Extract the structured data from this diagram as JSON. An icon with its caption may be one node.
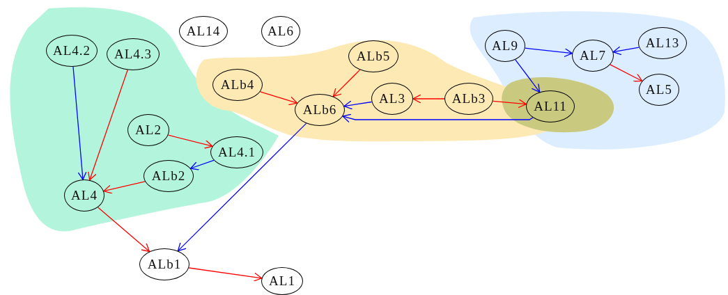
{
  "diagram": {
    "nodes": [
      {
        "text": [
          "AL14"
        ]
      },
      {
        "text": [
          "AL6"
        ]
      },
      {
        "text": [
          "AL4.2"
        ]
      },
      {
        "text": [
          "AL4.3"
        ]
      },
      {
        "text": [
          "ALb5"
        ]
      },
      {
        "text": [
          "AL9"
        ]
      },
      {
        "text": [
          "AL7"
        ]
      },
      {
        "text": [
          "AL13"
        ]
      },
      {
        "text": [
          "ALb4"
        ]
      },
      {
        "text": [
          "AL5"
        ]
      },
      {
        "text": [
          "AL3"
        ]
      },
      {
        "text": [
          "ALb3"
        ]
      },
      {
        "text": [
          "ALb6"
        ]
      },
      {
        "text": [
          "AL11"
        ]
      },
      {
        "text": [
          "AL2"
        ]
      },
      {
        "text": [
          "AL4.1"
        ]
      },
      {
        "text": [
          "ALb2"
        ]
      },
      {
        "text": [
          "AL4"
        ]
      },
      {
        "text": [
          "ALb1"
        ]
      },
      {
        "text": [
          "AL1"
        ]
      }
    ],
    "edges": [
      {
        "from": 2,
        "to": 17,
        "arrow": "to",
        "color": "#0000ff"
      },
      {
        "from": 3,
        "to": 17,
        "arrow": "to"
      },
      {
        "from": 14,
        "to": 15,
        "arrow": "to"
      },
      {
        "from": 15,
        "to": 16,
        "arrow": "to",
        "color": "#0000ff"
      },
      {
        "from": 16,
        "to": 17,
        "arrow": "to"
      },
      {
        "from": 17,
        "to": 18,
        "arrow": "to"
      },
      {
        "from": 12,
        "to": 18,
        "arrow": "to",
        "color": "#0000ff"
      },
      {
        "from": 18,
        "to": 19,
        "arrow": "to"
      },
      {
        "from": 8,
        "to": 12,
        "arrow": "to"
      },
      {
        "from": 4,
        "to": 12,
        "arrow": "to"
      },
      {
        "from": 10,
        "to": 12,
        "arrow": "to",
        "color": "#0000ff"
      },
      {
        "from": 11,
        "to": 10,
        "arrow": "to"
      },
      {
        "from": 13,
        "to": 12,
        "arrow": "to",
        "color": "#0000ff"
      },
      {
        "from": 11,
        "to": 13,
        "arrow": "to"
      },
      {
        "from": 5,
        "to": 6,
        "arrow": "to",
        "color": "#0000ff"
      },
      {
        "from": 5,
        "to": 13,
        "arrow": "to",
        "color": "#0000ff"
      },
      {
        "from": 7,
        "to": 6,
        "arrow": "to",
        "color": "#0000ff"
      },
      {
        "from": 6,
        "to": 9,
        "arrow": "to"
      }
    ]
  }
}
